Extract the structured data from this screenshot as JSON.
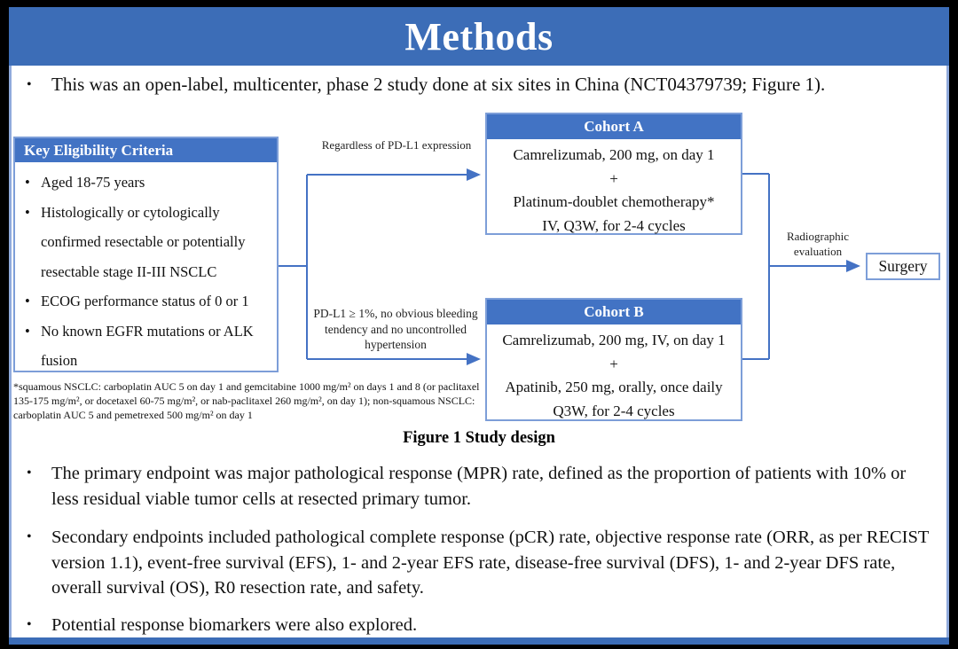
{
  "title": "Methods",
  "bullet_char": "•",
  "intro_bullet": "This was an open-label, multicenter, phase 2 study done at six sites in China (NCT04379739; Figure 1).",
  "figure": {
    "eligibility": {
      "header": "Key  Eligibility Criteria",
      "items": [
        "Aged 18-75 years",
        "Histologically or cytologically confirmed resectable or potentially resectable stage II-III  NSCLC",
        "ECOG performance status of 0 or 1",
        "No known EGFR mutations or ALK fusion"
      ]
    },
    "branch_top_label": "Regardless  of PD-L1 expression",
    "branch_bottom_label": "PD-L1 ≥ 1%, no obvious bleeding tendency and no uncontrolled hypertension",
    "cohort_a": {
      "header": "Cohort A",
      "lines": [
        "Camrelizumab, 200 mg, on day 1",
        "+",
        "Platinum-doublet chemotherapy*",
        "IV, Q3W, for 2-4 cycles"
      ]
    },
    "cohort_b": {
      "header": "Cohort B",
      "lines": [
        "Camrelizumab, 200 mg, IV, on day 1",
        "+",
        "Apatinib, 250 mg, orally, once daily",
        "Q3W, for 2-4 cycles"
      ]
    },
    "evaluation_label": "Radiographic evaluation",
    "surgery_label": "Surgery",
    "footnote": "*squamous NSCLC: carboplatin AUC 5 on day 1 and gemcitabine 1000 mg/m² on days 1 and 8 (or paclitaxel 135-175 mg/m², or docetaxel 60-75 mg/m², or nab-paclitaxel 260 mg/m², on day 1); non-squamous NSCLC: carboplatin AUC 5 and pemetrexed 500 mg/m² on day 1",
    "caption": "Figure 1 Study design"
  },
  "bullets": [
    "The primary endpoint was major pathological response (MPR) rate, defined as the proportion of patients with 10% or less residual viable tumor cells at resected primary tumor.",
    "Secondary endpoints included pathological complete response (pCR) rate, objective response rate (ORR, as per RECIST version 1.1), event-free survival (EFS), 1- and 2-year EFS rate, disease-free survival (DFS), 1- and 2-year DFS rate, overall survival (OS), R0 resection rate, and safety.",
    "Potential response biomarkers were also explored."
  ],
  "colors": {
    "title_bar_blue": "#3c6db7",
    "header_fill_blue": "#4273c4",
    "box_border_blue": "#7d9ed8",
    "connector_blue": "#4472c4",
    "frame_black": "#000000"
  }
}
